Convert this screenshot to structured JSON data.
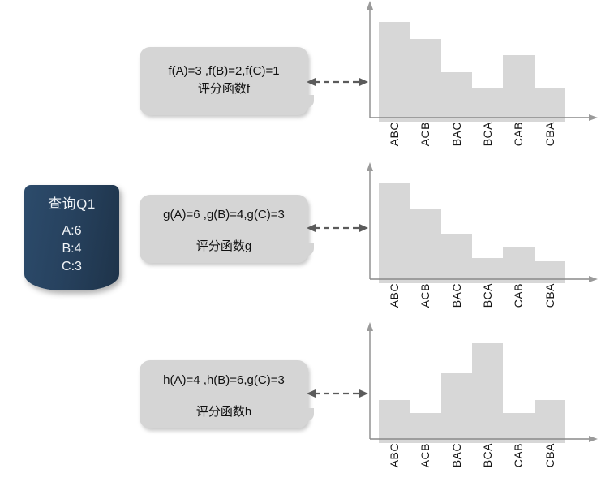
{
  "query": {
    "title": "查询Q1",
    "rows": [
      "A:6",
      "B:4",
      "C:3"
    ]
  },
  "callouts": [
    {
      "formula": "f(A)=3 ,f(B)=2,f(C)=1",
      "caption": "评分函数f"
    },
    {
      "formula": "g(A)=6 ,g(B)=4,g(C)=3",
      "caption": "评分函数g"
    },
    {
      "formula": "h(A)=4 ,h(B)=6,g(C)=3",
      "caption": "评分函数h"
    }
  ],
  "colors": {
    "cylinder": "#26415e",
    "callout": "#d5d5d5",
    "bar": "#d7d7d7",
    "axis": "#808080"
  },
  "chart_data": [
    {
      "type": "bar",
      "title": "",
      "xlabel": "",
      "ylabel": "",
      "categories": [
        "ABC",
        "ACB",
        "BAC",
        "BCA",
        "CAB",
        "CBA"
      ],
      "values": [
        6,
        5,
        3,
        2,
        4,
        2
      ],
      "ylim": [
        0,
        7
      ],
      "grid": false,
      "legend": "none"
    },
    {
      "type": "bar",
      "title": "",
      "xlabel": "",
      "ylabel": "",
      "categories": [
        "ABC",
        "ACB",
        "BAC",
        "BCA",
        "CAB",
        "CBA"
      ],
      "values": [
        6,
        4.5,
        3,
        1.5,
        2.2,
        1.3
      ],
      "ylim": [
        0,
        7
      ],
      "grid": false,
      "legend": "none"
    },
    {
      "type": "bar",
      "title": "",
      "xlabel": "",
      "ylabel": "",
      "categories": [
        "ABC",
        "ACB",
        "BAC",
        "BCA",
        "CAB",
        "CBA"
      ],
      "values": [
        2.6,
        1.8,
        4.2,
        6,
        1.8,
        2.6
      ],
      "ylim": [
        0,
        7
      ],
      "grid": false,
      "legend": "none"
    }
  ]
}
